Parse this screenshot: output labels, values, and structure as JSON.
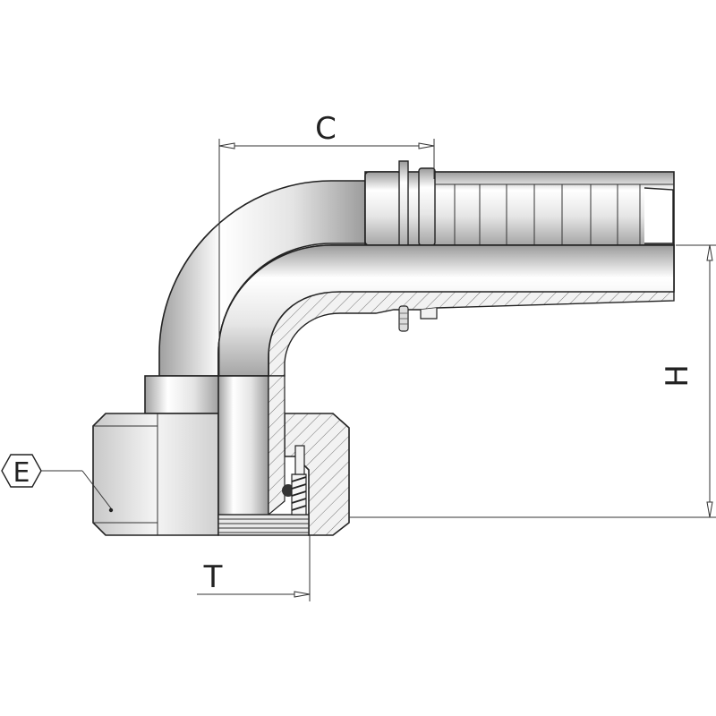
{
  "drawing": {
    "labels": {
      "c": "C",
      "h": "H",
      "t": "T",
      "e": "E"
    },
    "colors": {
      "line": "#222222",
      "metal_light": "#ffffff",
      "metal_mid": "#d9d9d9",
      "metal_dark": "#9a9a9a",
      "section": "#efefef"
    }
  }
}
